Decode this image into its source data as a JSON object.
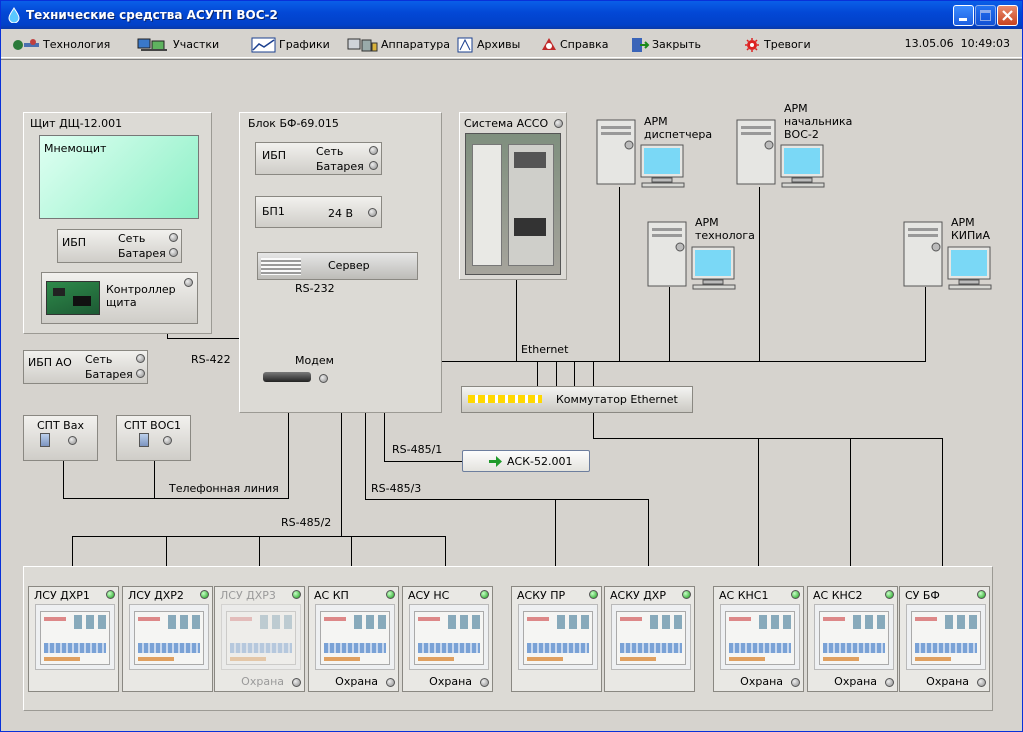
{
  "window": {
    "title": "Технические средства АСУТП ВОС-2"
  },
  "menu": {
    "items": [
      {
        "label": "Технология",
        "icon": "network-icon"
      },
      {
        "label": "Участки",
        "icon": "monitors-icon"
      },
      {
        "label": "Графики",
        "icon": "chart-icon"
      },
      {
        "label": "Аппаратура",
        "icon": "hardware-icon"
      },
      {
        "label": "Архивы",
        "icon": "archive-icon"
      },
      {
        "label": "Справка",
        "icon": "help-icon"
      },
      {
        "label": "Закрыть",
        "icon": "exit-icon"
      },
      {
        "label": "Тревоги",
        "icon": "alarm-icon"
      }
    ],
    "date": "13.05.06",
    "time": "10:49:03"
  },
  "schc": {
    "title": "Щит ДЩ-12.001",
    "mnemo": "Мнемощит",
    "ibp": "ИБП",
    "set": "Сеть",
    "bat": "Батарея",
    "ctrl1": "Контроллер",
    "ctrl2": "щита"
  },
  "ibpao": {
    "name": "ИБП АО",
    "set": "Сеть",
    "bat": "Батарея"
  },
  "spt": [
    {
      "name": "СПТ Вах"
    },
    {
      "name": "СПТ ВОС1"
    }
  ],
  "blok": {
    "title": "Блок БФ-69.015",
    "ibp": "ИБП",
    "set": "Сеть",
    "bat": "Батарея",
    "bp1": "БП1",
    "bp1v": "24 В",
    "server": "Сервер",
    "modem": "Модем"
  },
  "links": {
    "rs232": "RS-232",
    "rs422": "RS-422",
    "rs485_1": "RS-485/1",
    "rs485_2": "RS-485/2",
    "rs485_3": "RS-485/3",
    "phone": "Телефонная линия",
    "ethernet": "Ethernet"
  },
  "asso": {
    "title": "Система АССО"
  },
  "arm": [
    {
      "l1": "АРМ",
      "l2": "диспетчера",
      "l3": ""
    },
    {
      "l1": "АРМ",
      "l2": "начальника",
      "l3": "ВОС-2"
    },
    {
      "l1": "АРМ",
      "l2": "технолога",
      "l3": ""
    },
    {
      "l1": "АРМ",
      "l2": "КИПиА",
      "l3": ""
    }
  ],
  "switch": {
    "label": "Коммутатор Ethernet"
  },
  "ask": {
    "label": "АСК-52.001"
  },
  "cabinets": [
    {
      "name": "ЛСУ ДХР1",
      "status": "",
      "led": "#18a018"
    },
    {
      "name": "ЛСУ ДХР2",
      "status": "",
      "led": "#18a018"
    },
    {
      "name": "ЛСУ ДХР3",
      "status": "Охрана",
      "led": "#18a018"
    },
    {
      "name": "АС КП",
      "status": "Охрана",
      "led": "#18a018"
    },
    {
      "name": "АСУ НС",
      "status": "Охрана",
      "led": "#18a018"
    },
    {
      "name": "АСКУ ПР",
      "status": "",
      "led": "#18a018"
    },
    {
      "name": "АСКУ ДХР",
      "status": "",
      "led": "#18a018"
    },
    {
      "name": "АС КНС1",
      "status": "Охрана",
      "led": "#18a018"
    },
    {
      "name": "АС КНС2",
      "status": "Охрана",
      "led": "#18a018"
    },
    {
      "name": "СУ БФ",
      "status": "Охрана",
      "led": "#18a018"
    }
  ]
}
